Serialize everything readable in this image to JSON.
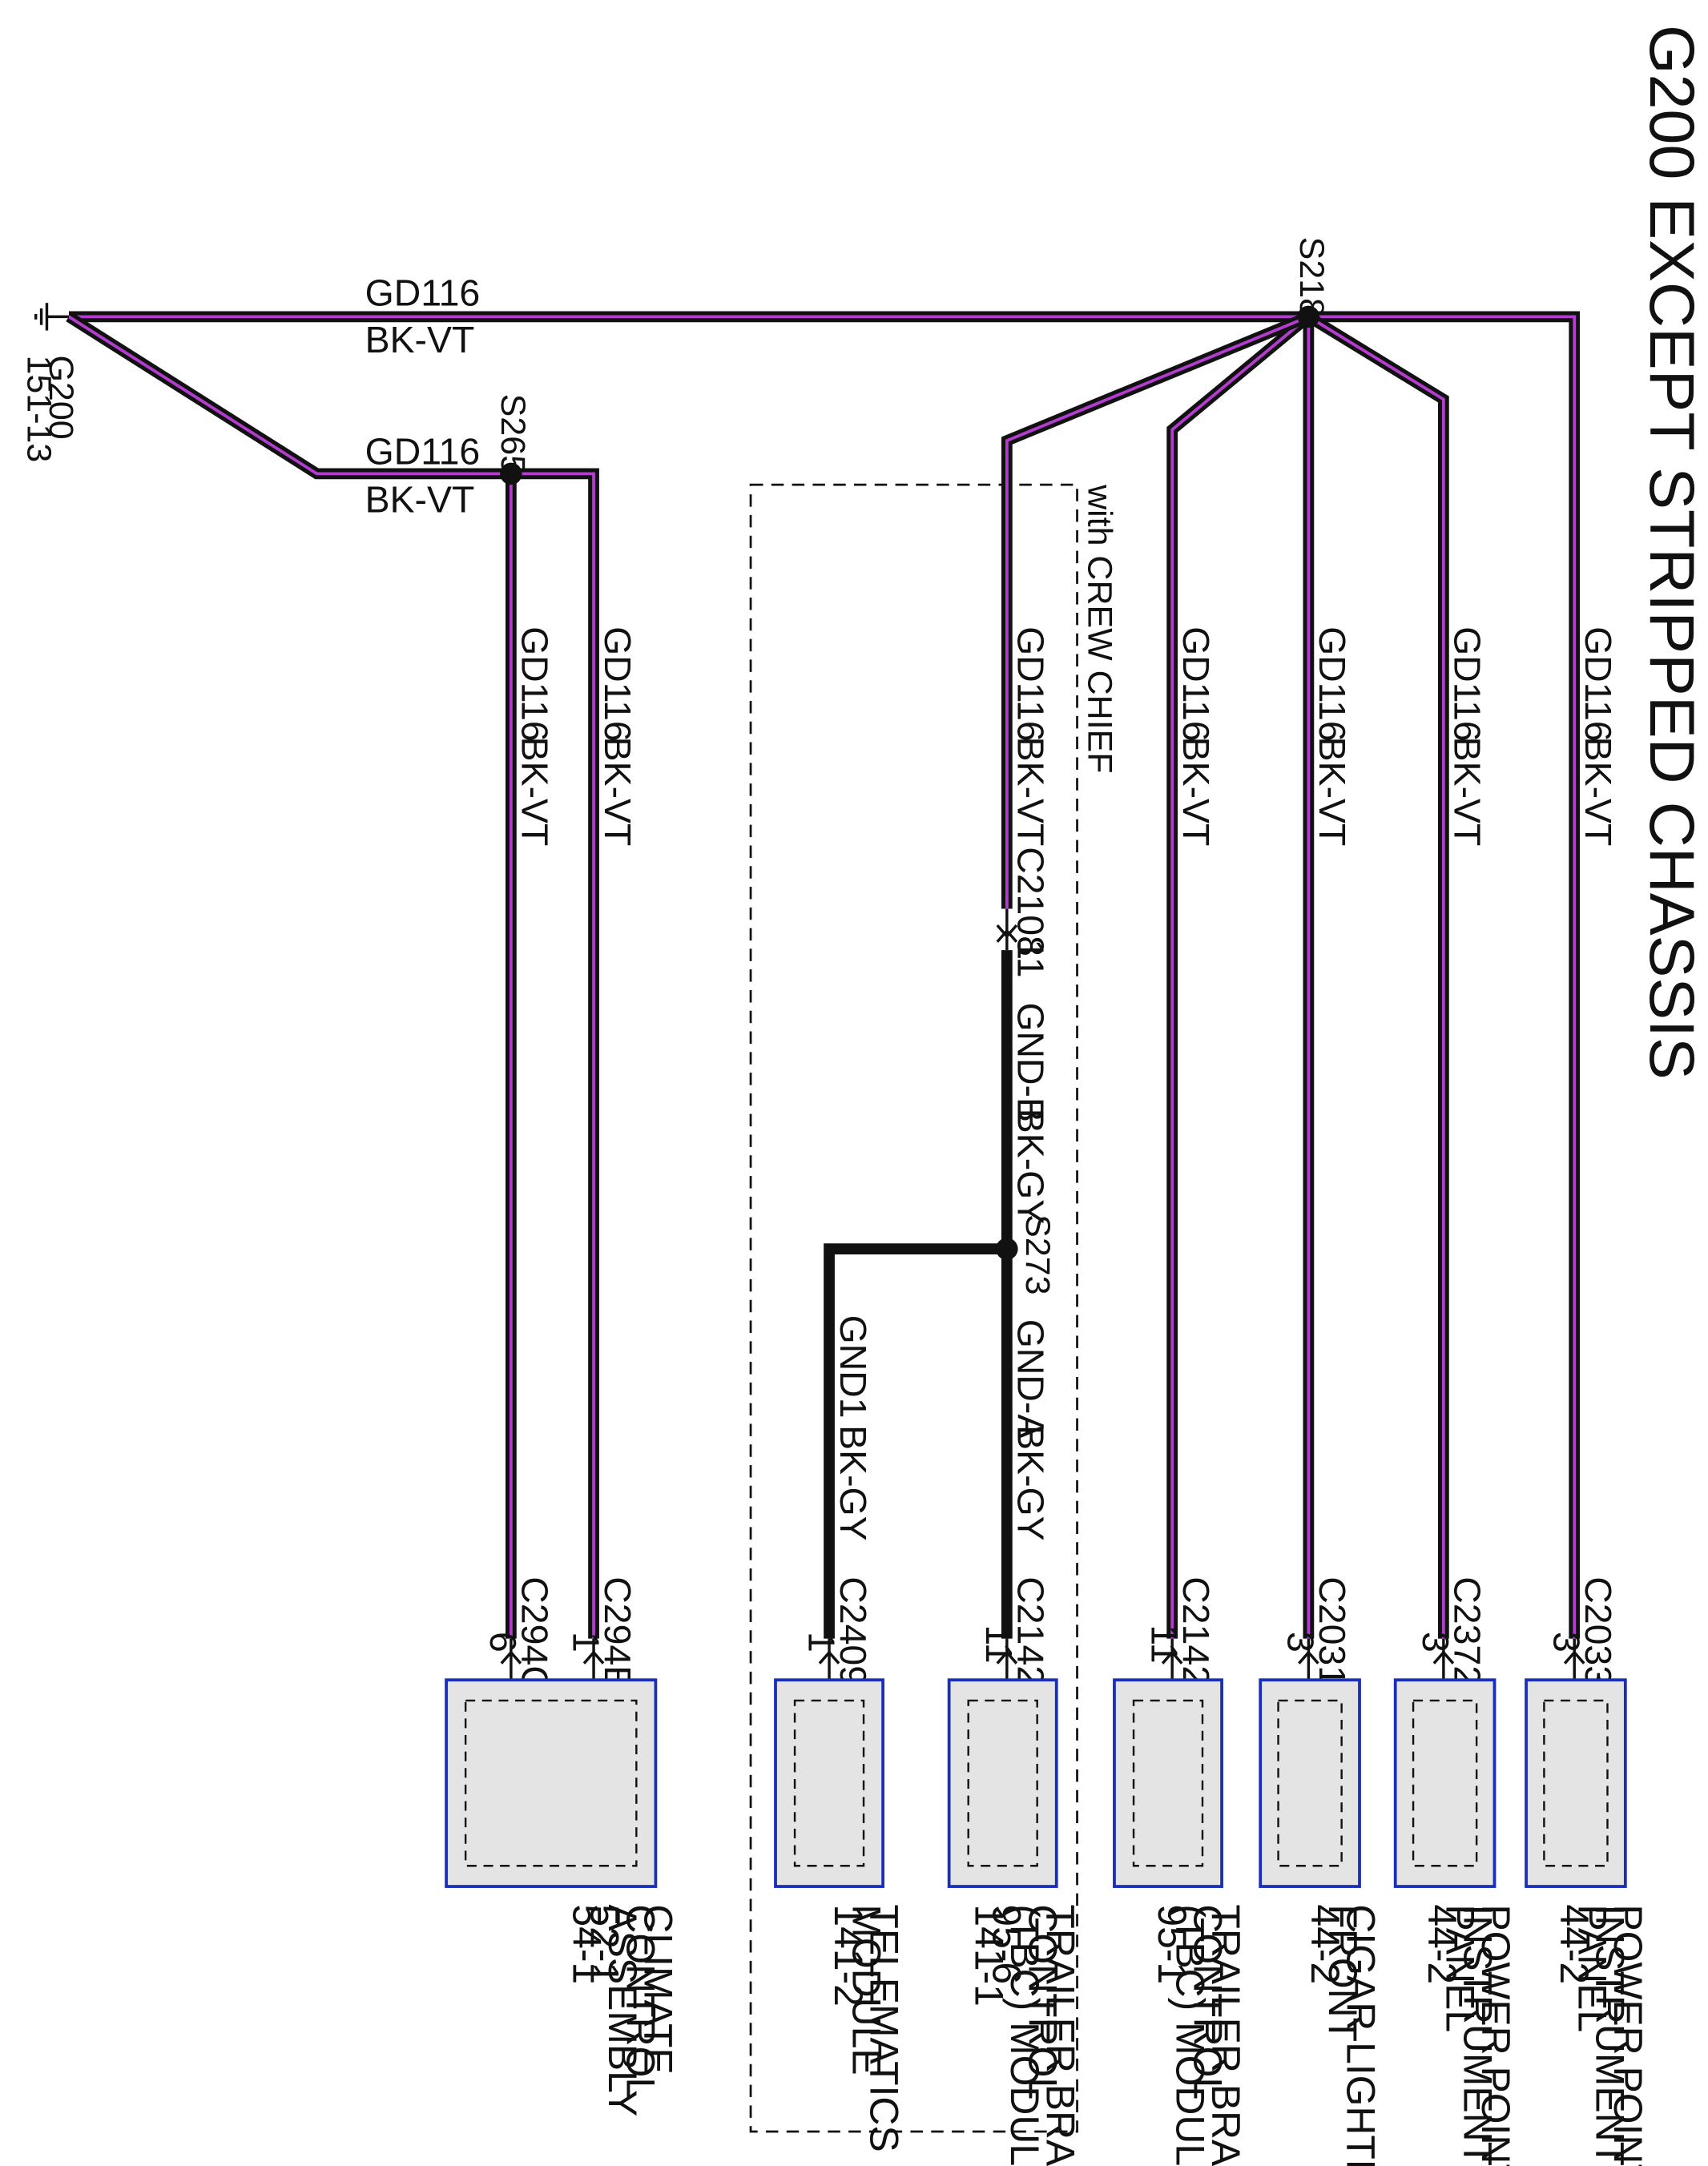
{
  "title": "G200 EXCEPT STRIPPED CHASSIS",
  "option_note": "with CREW CHIEF",
  "colors": {
    "wire_black": "#111111",
    "wire_stripe_violet": "#b43ccf",
    "component_fill": "#e4e4e4",
    "component_border": "#1a2fb8",
    "line": "#111111"
  },
  "ground": {
    "name": "G200",
    "ref": "151-13",
    "icon": "ground-symbol-icon"
  },
  "splices": [
    {
      "id": "S218"
    },
    {
      "id": "S265"
    },
    {
      "id": "S273"
    }
  ],
  "trunk_wires": [
    {
      "id": "ground-to-s218",
      "circuit": "GD116",
      "color": "BK-VT"
    },
    {
      "id": "ground-to-s265",
      "circuit": "GD116",
      "color": "BK-VT"
    }
  ],
  "branches": [
    {
      "id": "b1",
      "circuit": "GD116",
      "color": "BK-VT",
      "connector": "C2033",
      "pin": "3",
      "component": [
        "POWER POINT 1,",
        "INSTRUMENT",
        "PANEL",
        "44-2"
      ]
    },
    {
      "id": "b2",
      "circuit": "GD116",
      "color": "BK-VT",
      "connector": "C2372",
      "pin": "3",
      "component": [
        "POWER POINT 2,",
        "INSTRUMENT",
        "PANEL",
        "44-2"
      ]
    },
    {
      "id": "b3",
      "circuit": "GD116",
      "color": "BK-VT",
      "connector": "C2031",
      "pin": "3",
      "component": [
        "CIGAR LIGHTER,",
        "FRONT",
        "44-2"
      ]
    },
    {
      "id": "b4",
      "circuit": "GD116",
      "color": "BK-VT",
      "connector": "C2142",
      "pin": "11",
      "component": [
        "TRAILER BRAKE",
        "CONTROL",
        "(TBC) MODULE",
        "95-1"
      ]
    },
    {
      "id": "b5",
      "circuit": "GD116",
      "color": "BK-VT",
      "inline_connector": "C2108",
      "inline_pin": "11",
      "circuit2": "GND-B",
      "color2": "BK-GY"
    },
    {
      "id": "b6",
      "circuit": "GND-A",
      "color": "BK-GY",
      "connector": "C2142",
      "pin": "11",
      "component": [
        "TRAILER BRAKE",
        "CONTROL",
        "(TBC) MODULE",
        "95-6",
        "141-1"
      ]
    },
    {
      "id": "b7",
      "circuit": "GND1",
      "color": "BK-GY",
      "connector": "C2409",
      "pin": "1",
      "component": [
        "TELEMATICS",
        "MODULE",
        "141-2"
      ]
    },
    {
      "id": "b8",
      "circuit": "GD116",
      "color": "BK-VT",
      "connector": "C294B",
      "pin": "1"
    },
    {
      "id": "b9",
      "circuit": "GD116",
      "color": "BK-VT",
      "connector": "C294C",
      "pin": "6",
      "component": [
        "CLIMATE",
        "CONTROL",
        "ASSEMBLY",
        "52-1",
        "54-1"
      ]
    }
  ]
}
